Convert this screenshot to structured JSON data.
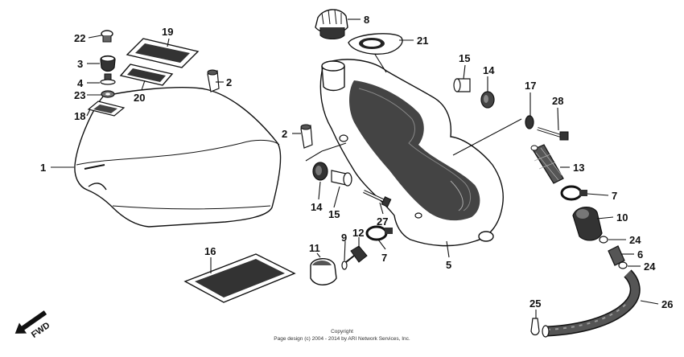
{
  "callouts": {
    "c1": "1",
    "c2a": "2",
    "c2b": "2",
    "c3": "3",
    "c4": "4",
    "c5": "5",
    "c6": "6",
    "c7a": "7",
    "c7b": "7",
    "c8": "8",
    "c9": "9",
    "c10": "10",
    "c11": "11",
    "c12": "12",
    "c13": "13",
    "c14a": "14",
    "c14b": "14",
    "c15a": "15",
    "c15b": "15",
    "c16": "16",
    "c17": "17",
    "c18": "18",
    "c19": "19",
    "c20": "20",
    "c21": "21",
    "c22": "22",
    "c23": "23",
    "c24a": "24",
    "c24b": "24",
    "c25": "25",
    "c26": "26",
    "c27": "27",
    "c28": "28"
  },
  "direction_label": "FWD",
  "copyright": {
    "line1": "Copyright",
    "line2": "Page design (c) 2004 - 2014 by ARI Network Services, Inc."
  }
}
